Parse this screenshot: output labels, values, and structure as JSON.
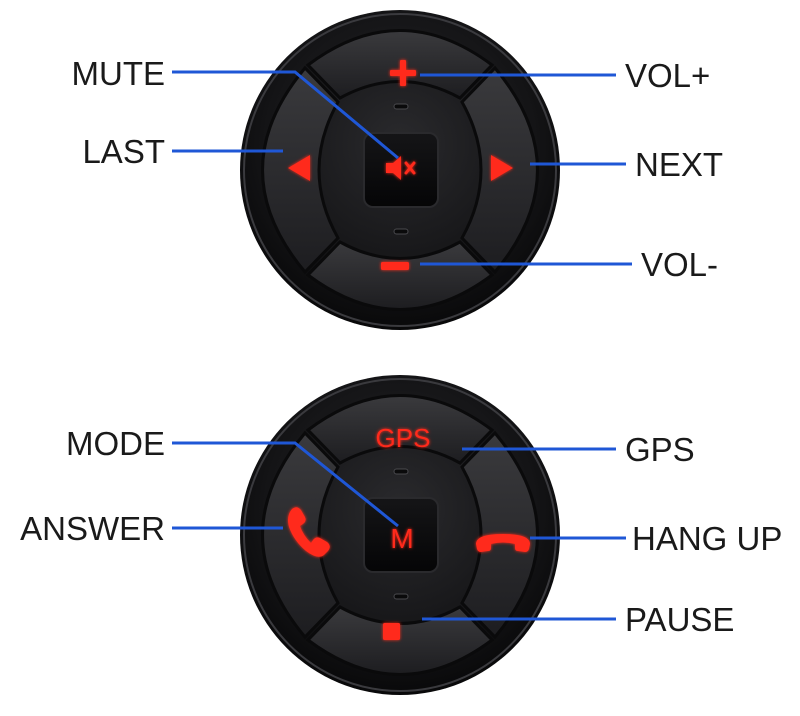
{
  "colors": {
    "accent_led": "#ff2a1a",
    "leader_line": "#1f57d6",
    "body": "#141416",
    "label": "#1a1a1a"
  },
  "controllers": [
    {
      "id": "top",
      "buttons": {
        "top": {
          "icon": "plus-icon"
        },
        "left": {
          "icon": "triangle-left-icon"
        },
        "right": {
          "icon": "triangle-right-icon"
        },
        "bottom": {
          "icon": "minus-icon"
        },
        "center": {
          "icon": "speaker-mute-icon"
        }
      },
      "labels": {
        "tl": "MUTE",
        "ml": "LAST",
        "tr": "VOL+",
        "mr": "NEXT",
        "br": "VOL-"
      }
    },
    {
      "id": "bottom",
      "buttons": {
        "top": {
          "icon": "gps-text-icon",
          "text": "GPS"
        },
        "left": {
          "icon": "phone-answer-icon"
        },
        "right": {
          "icon": "phone-hangup-icon"
        },
        "bottom": {
          "icon": "stop-square-icon"
        },
        "center": {
          "icon": "mode-m-icon",
          "text": "M"
        }
      },
      "labels": {
        "tl": "MODE",
        "ml": "ANSWER",
        "tr": "GPS",
        "mr": "HANG UP",
        "br": "PAUSE"
      }
    }
  ]
}
